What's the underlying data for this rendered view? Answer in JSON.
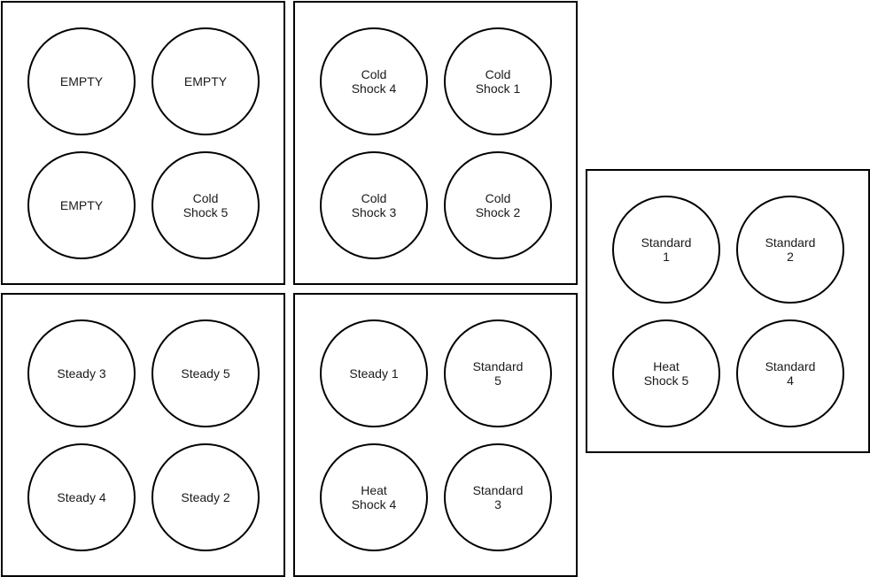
{
  "plates": [
    {
      "wells": [
        "EMPTY",
        "EMPTY",
        "EMPTY",
        "Cold\nShock 5"
      ]
    },
    {
      "wells": [
        "Cold\nShock 4",
        "Cold\nShock 1",
        "Cold\nShock 3",
        "Cold\nShock 2"
      ]
    },
    {
      "wells": [
        "Steady 3",
        "Steady 5",
        "Steady 4",
        "Steady 2"
      ]
    },
    {
      "wells": [
        "Steady 1",
        "Standard\n5",
        "Heat\nShock 4",
        "Standard\n3"
      ]
    },
    {
      "wells": [
        "Standard\n1",
        "Standard\n2",
        "Heat\nShock 5",
        "Standard\n4"
      ]
    }
  ]
}
